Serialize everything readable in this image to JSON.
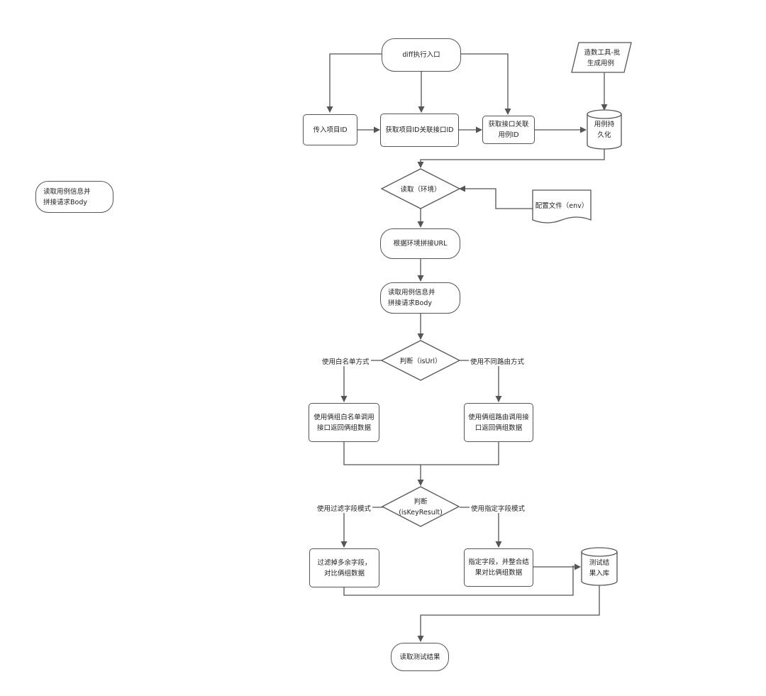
{
  "nodes": {
    "entry": "diff执行入口",
    "pass_project_id": "传入项目ID",
    "get_project_api_id": "获取项目ID关联接口ID",
    "get_api_case_id": "获取接口关联用例ID",
    "data_tool": "造数工具-批量生成用例",
    "case_persist": "用例持久化",
    "read_env": "读取（环境）",
    "config_file": "配置文件（env）",
    "build_url": "根据环境拼接URL",
    "read_case_body": "读取用例信息并拼接请求Body",
    "read_case_body_side": "读取用例信息并拼接请求Body",
    "judge_isurl": "判断（isUrl）",
    "whitelist_call": "使用俩组白名单调用接口返回俩组数据",
    "route_call": "使用俩组路由调用接口返回俩组数据",
    "judge_iskey_line1": "判断",
    "judge_iskey_line2": "(isKeyResult)",
    "filter_compare": "过滤掉多余字段，对比俩组数据",
    "specify_merge": "指定字段，并整合结果对比俩组数据",
    "result_store": "测试结果入库",
    "read_result": "读取测试结果"
  },
  "edge_labels": {
    "use_whitelist": "使用白名单方式",
    "use_diff_route": "使用不同路由方式",
    "use_filter_mode": "使用过滤字段模式",
    "use_specify_mode": "使用指定字段模式"
  }
}
